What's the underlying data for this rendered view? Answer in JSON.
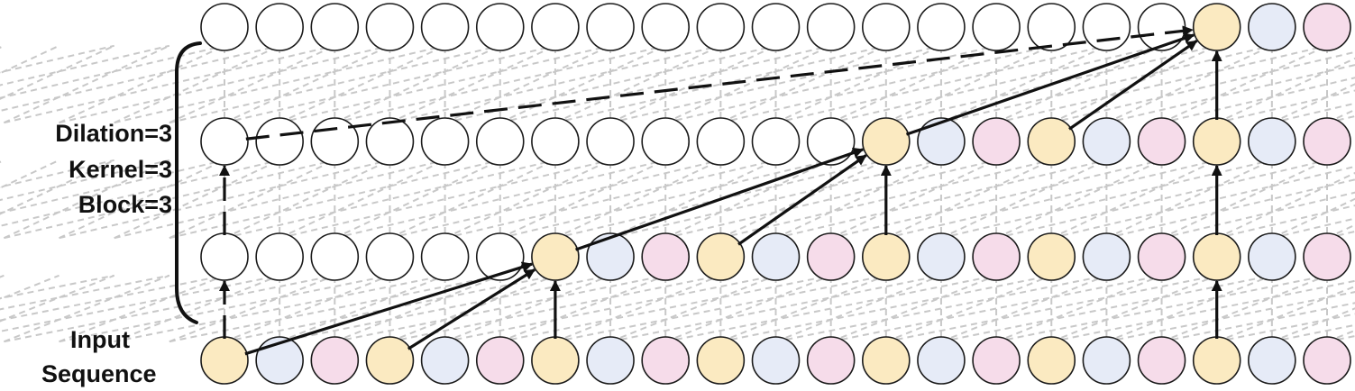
{
  "labels": {
    "dilation": "Dilation=3",
    "kernel": "Kernel=3",
    "block": "Block=3",
    "input_line1": "Input",
    "input_line2": "Sequence"
  },
  "layers": [
    {
      "name": "output",
      "pattern": [
        "w",
        "w",
        "w",
        "w",
        "w",
        "w",
        "w",
        "w",
        "w",
        "w",
        "w",
        "w",
        "w",
        "w",
        "w",
        "w",
        "w",
        "w",
        "y",
        "b",
        "p"
      ]
    },
    {
      "name": "hidden-2",
      "pattern": [
        "w",
        "w",
        "w",
        "w",
        "w",
        "w",
        "w",
        "w",
        "w",
        "w",
        "w",
        "w",
        "y",
        "b",
        "p",
        "y",
        "b",
        "p",
        "y",
        "b",
        "p"
      ]
    },
    {
      "name": "hidden-1",
      "pattern": [
        "w",
        "w",
        "w",
        "w",
        "w",
        "w",
        "y",
        "b",
        "p",
        "y",
        "b",
        "p",
        "y",
        "b",
        "p",
        "y",
        "b",
        "p",
        "y",
        "b",
        "p"
      ]
    },
    {
      "name": "input",
      "pattern": [
        "y",
        "b",
        "p",
        "y",
        "b",
        "p",
        "y",
        "b",
        "p",
        "y",
        "b",
        "p",
        "y",
        "b",
        "p",
        "y",
        "b",
        "p",
        "y",
        "b",
        "p"
      ]
    }
  ],
  "colors": {
    "w": "#ffffff",
    "y": "#fbeac1",
    "b": "#e6ebf7",
    "p": "#f6dcea",
    "node_stroke": "#1a1a1a",
    "arrow": "#111111",
    "dashed_guides": "#c8c8c8"
  },
  "arrows": [
    {
      "from": [
        3,
        0
      ],
      "to": [
        2,
        6
      ]
    },
    {
      "from": [
        3,
        3
      ],
      "to": [
        2,
        6
      ]
    },
    {
      "from": [
        3,
        6
      ],
      "to": [
        2,
        6
      ]
    },
    {
      "from": [
        2,
        6
      ],
      "to": [
        1,
        12
      ]
    },
    {
      "from": [
        2,
        9
      ],
      "to": [
        1,
        12
      ]
    },
    {
      "from": [
        2,
        12
      ],
      "to": [
        1,
        12
      ]
    },
    {
      "from": [
        1,
        12
      ],
      "to": [
        0,
        18
      ]
    },
    {
      "from": [
        1,
        15
      ],
      "to": [
        0,
        18
      ]
    },
    {
      "from": [
        1,
        18
      ],
      "to": [
        0,
        18
      ]
    },
    {
      "from": [
        3,
        18
      ],
      "to": [
        2,
        18
      ]
    },
    {
      "from": [
        2,
        18
      ],
      "to": [
        1,
        18
      ]
    }
  ],
  "residual_arrows": [
    {
      "from": [
        3,
        0
      ],
      "to": [
        2,
        0
      ]
    },
    {
      "from": [
        2,
        0
      ],
      "to": [
        1,
        0
      ]
    },
    {
      "from": [
        1,
        0
      ],
      "to": [
        0,
        18
      ]
    }
  ]
}
